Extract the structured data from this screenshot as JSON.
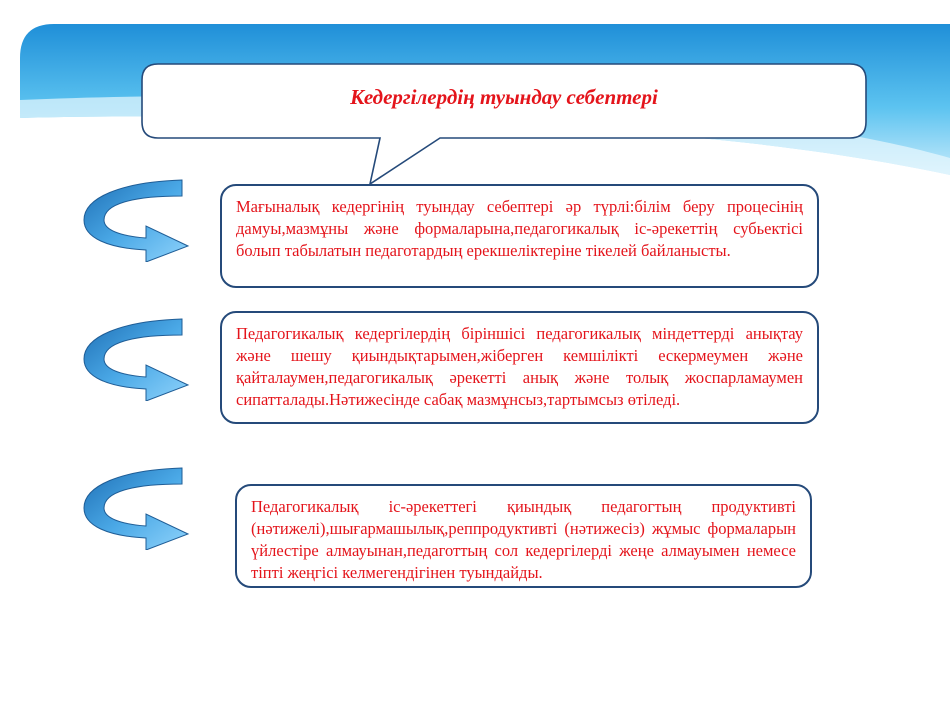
{
  "slide": {
    "title": "Кедергілердің туындау себептері",
    "blocks": [
      {
        "text": "Мағыналық кедергінің туындау себептері әр түрлі:білім беру процесінің дамуы,мазмұны және формаларына,педагогикалық іс-әрекеттің субьектісі болып табылатын педаготардың ерекшеліктеріне тікелей байланысты."
      },
      {
        "text": "Педагогикалық кедергілердің біріншісі педагогикалық міндеттерді анықтау және шешу қиындықтарымен,жіберген кемшілікті ескермеумен және қайталаумен,педагогикалық әрекетті анық және толық жоспарламаумен сипатталады.Нәтижесінде сабақ мазмұнсыз,тартымсыз өтіледі."
      },
      {
        "text": "Педагогикалық іс-әрекеттегі қиындық педагогтың продуктивті (нәтижелі),шығармашылық,реппродуктивті (нәтижесіз) жұмыс формаларын үйлестіре алмауынан,педаготтың сол кедергілерді жеңе алмауымен немесе тіпті жеңгісі келмегендігінен туындайды."
      }
    ]
  },
  "colors": {
    "text": "#e4141b",
    "box_border": "#254a7a",
    "banner_light": "#c7ebfb",
    "banner_mid": "#5cc3f0",
    "banner_dark": "#1f8fd8",
    "arrow_fill": "#4aa8e6",
    "arrow_edge": "#1f5d96"
  },
  "icons": [
    "curved-arrow-icon"
  ]
}
